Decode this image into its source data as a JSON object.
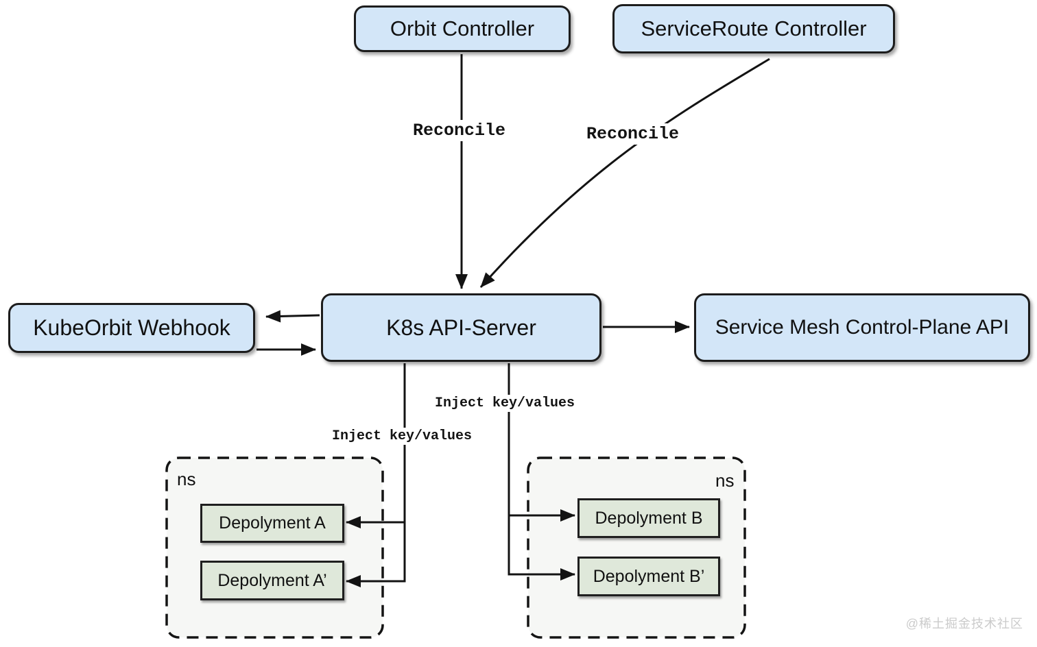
{
  "nodes": {
    "orbit": {
      "label": "Orbit Controller"
    },
    "serviceroute": {
      "label": "ServiceRoute Controller"
    },
    "apiserver": {
      "label": "K8s API-Server"
    },
    "webhook": {
      "label": "KubeOrbit Webhook"
    },
    "mesh": {
      "label": "Service Mesh Control-Plane API"
    }
  },
  "edges": {
    "reconcile_orbit": "Reconcile",
    "reconcile_serviceroute": "Reconcile",
    "inject_right": "Inject key/values",
    "inject_left": "Inject key/values"
  },
  "namespaces": [
    {
      "label": "ns",
      "deployments": [
        {
          "label": "Depolyment A"
        },
        {
          "label": "Depolyment A’"
        }
      ]
    },
    {
      "label": "ns",
      "deployments": [
        {
          "label": "Depolyment B"
        },
        {
          "label": "Depolyment B’"
        }
      ]
    }
  ],
  "watermark": "@稀土掘金技术社区",
  "colors": {
    "node_fill": "#d3e6f8",
    "deployment_fill": "#dfe8da",
    "namespace_fill": "#f6f7f5",
    "line": "#131313",
    "watermark": "#cbcbcb"
  }
}
